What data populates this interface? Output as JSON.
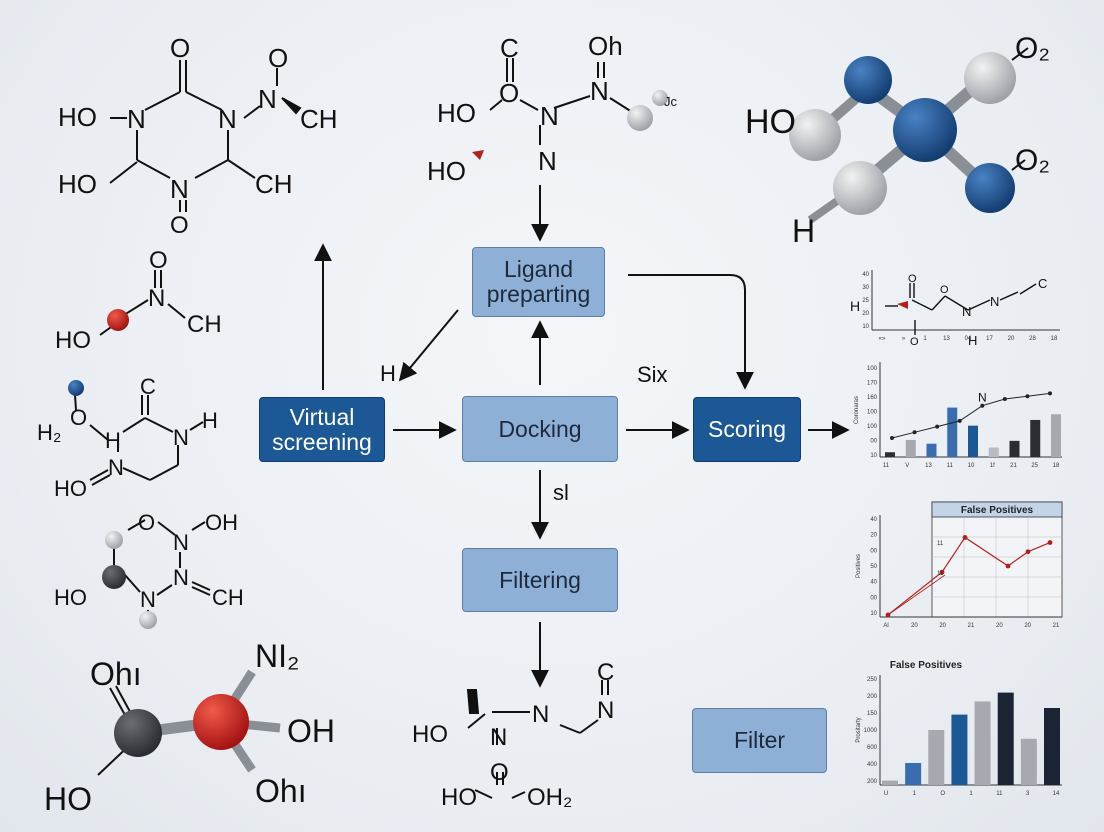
{
  "flow": {
    "virtual": "Virtual\nscreening",
    "ligand": "Ligand\npreparting",
    "docking": "Docking",
    "scoring": "Scoring",
    "filtering": "Filtering",
    "filter": "Filter",
    "label_h": "H",
    "label_six": "Six",
    "label_sl": "sl"
  },
  "colors": {
    "light_box": "#8fb0d6",
    "dark_box": "#1c5796",
    "accent_red": "#b32020",
    "atom_blue": "#1d4f8c"
  },
  "molecules": {
    "m1": {
      "o_top": "O",
      "ho1": "HO",
      "n1": "N",
      "n2": "N",
      "o_n": "O",
      "n_bot": "N",
      "o_bot": "O",
      "ho2": "HO",
      "ch1": "CH",
      "ch2": "CH"
    },
    "m2": {
      "c": "C",
      "oh": "Oh",
      "ho": "HO",
      "o": "O",
      "n1": "N",
      "n2": "N",
      "jc": "Jc",
      "ho2": "HO",
      "n3": "N"
    },
    "m3": {
      "o": "O",
      "n": "N",
      "ho": "HO",
      "ch": "CH"
    },
    "m4": {
      "c": "C",
      "h2": "H₂",
      "o": "O",
      "h": "H",
      "n": "N",
      "h2b": "H",
      "n2": "N",
      "ho": "HO"
    },
    "m5": {
      "o": "O",
      "n": "N",
      "oh": "OH",
      "n2": "N",
      "ho": "HO",
      "n3": "N",
      "ch": "CH"
    },
    "m6": {
      "oh1": "Ohı",
      "ni2": "NI₂",
      "oh": "OH",
      "ho": "HO",
      "oh2": "Ohı"
    },
    "m7": {
      "ho": "HO",
      "n": "N",
      "n2": "N",
      "c": "C",
      "n3": "N",
      "o": "O",
      "ho2": "HO",
      "oh2": "OH₂"
    },
    "top_right": {
      "ho": "HO",
      "o2a": "O₂",
      "o2b": "O₂",
      "h": "H"
    },
    "mini": {
      "h": "H",
      "o": "O",
      "n1": "N",
      "n2": "N",
      "c": "C",
      "o2": "O",
      "h2": "H"
    }
  },
  "chart_data": [
    {
      "type": "line",
      "title": "",
      "yticks": [
        "40",
        "30",
        "25",
        "20",
        "10"
      ],
      "xticks": [
        "«»",
        "»",
        "1",
        "13",
        "04",
        "17",
        "20",
        "28",
        "18"
      ],
      "x": [
        0,
        1,
        2,
        3,
        4,
        5,
        6,
        7,
        8
      ],
      "values": [],
      "ylim": [
        10,
        40
      ]
    },
    {
      "type": "bar",
      "title": "",
      "ylabel": "Coronaras",
      "yticks": [
        "100",
        "170",
        "160",
        "100",
        "100",
        "00",
        "10"
      ],
      "xticks": [
        "11",
        "V",
        "13",
        "11",
        "10",
        "1f",
        "21",
        "25",
        "18"
      ],
      "categories": [
        "11",
        "V",
        "13",
        "11",
        "10",
        "1f",
        "21",
        "25",
        "18"
      ],
      "values": [
        5,
        18,
        14,
        52,
        33,
        10,
        17,
        39,
        45
      ],
      "line_values": [
        20,
        26,
        32,
        38,
        54,
        61,
        64,
        67
      ],
      "line_label": "N",
      "ylim": [
        0,
        100
      ]
    },
    {
      "type": "line",
      "title": "False Positives",
      "ylabel": "Positives",
      "yticks": [
        "40",
        "20",
        "00",
        "50",
        "40",
        "00",
        "10"
      ],
      "xticks": [
        "Al",
        "20",
        "20",
        "21",
        "20",
        "20",
        "21"
      ],
      "x": [
        0,
        1,
        2,
        3,
        4,
        5
      ],
      "values": [
        2,
        44,
        78,
        50,
        64,
        73
      ],
      "annotations": [
        "11",
        "11"
      ],
      "ylim": [
        0,
        100
      ]
    },
    {
      "type": "bar",
      "title": "False Positives",
      "ylabel": "Prositarty",
      "yticks": [
        "250",
        "200",
        "150",
        "1000",
        "600",
        "400",
        "200"
      ],
      "xticks": [
        "U",
        "1",
        "O",
        "1",
        "11",
        "3",
        "14"
      ],
      "categories": [
        "U",
        "1",
        "O",
        "1",
        "11",
        "3",
        "14"
      ],
      "values": [
        10,
        50,
        125,
        160,
        190,
        210,
        105,
        175
      ],
      "ylim": [
        0,
        250
      ]
    }
  ]
}
